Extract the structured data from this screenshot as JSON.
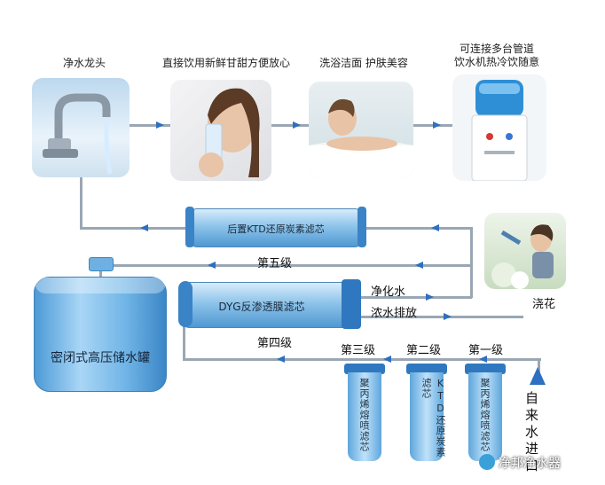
{
  "top": {
    "faucet": "净水龙头",
    "drink": "直接饮用新鲜甘甜方便放心",
    "wash": "洗浴洁面 护肤美容",
    "dispenser_line1": "可连接多台管道",
    "dispenser_line2": "饮水机热冷饮随意"
  },
  "filters": {
    "post_carbon": "后置KTD还原炭素滤芯",
    "ro": "DYG反渗透膜滤芯",
    "tank": "密闭式高压储水罐",
    "stage3_label": "聚丙烯熔喷滤芯",
    "stage2_label": "KTD还原炭素滤芯",
    "stage1_label": "聚丙烯熔喷滤芯"
  },
  "stages": {
    "fifth": "第五级",
    "fourth": "第四级",
    "third": "第三级",
    "second": "第二级",
    "first": "第一级"
  },
  "flows": {
    "purified": "净化水",
    "waste": "浓水排放",
    "watering": "浇花",
    "inlet": "自来水进口"
  },
  "watermark": "净邦净水器"
}
